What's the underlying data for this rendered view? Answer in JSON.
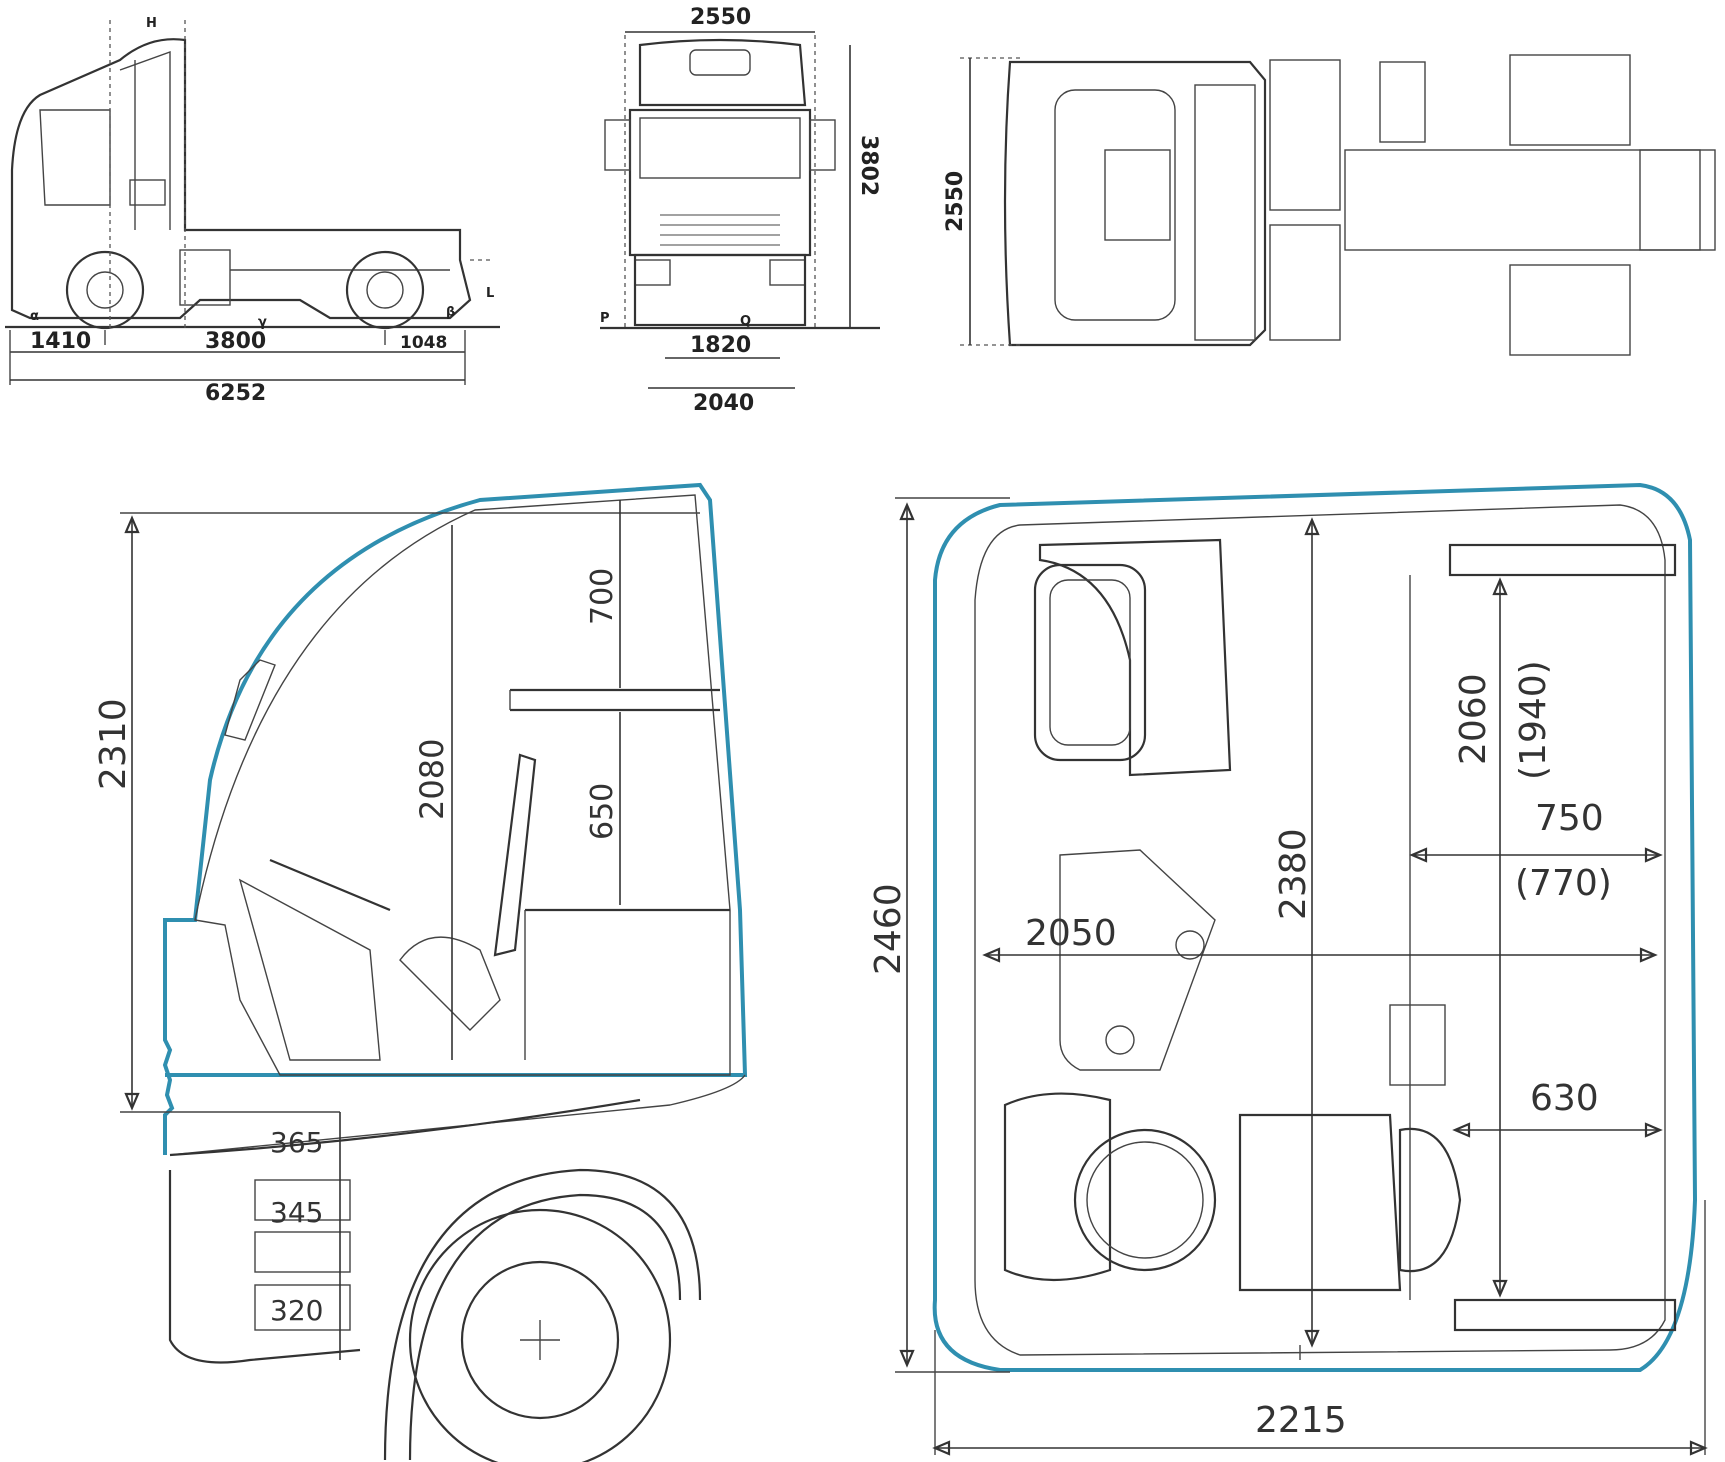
{
  "side_view": {
    "dims": {
      "front_overhang": "1410",
      "wheelbase": "3800",
      "rear_overhang": "1048",
      "overall_length": "6252"
    },
    "labels": {
      "h": "H",
      "l": "L",
      "alpha": "α",
      "gamma": "γ",
      "beta": "β"
    }
  },
  "front_view": {
    "dims": {
      "width": "2550",
      "height": "3802",
      "front_track": "1820",
      "width_wheels": "2040"
    },
    "labels": {
      "p": "P",
      "q": "Q"
    }
  },
  "top_view": {
    "dims": {
      "width": "2550"
    }
  },
  "cab_side": {
    "dims": {
      "cab_height": "2310",
      "interior_height": "2080",
      "upper_bunk_clearance": "700",
      "bunk_clearance": "650",
      "step1": "365",
      "step2": "345",
      "step3": "320"
    }
  },
  "cab_top": {
    "dims": {
      "cab_width_outer": "2460",
      "interior_length": "2380",
      "interior_width": "2050",
      "cab_width": "2215",
      "bunk_length": "2060",
      "bunk_length_alt": "(1940)",
      "bunk_width": "750",
      "bunk_width_alt": "(770)",
      "lower_width": "630"
    }
  },
  "colors": {
    "outline": "#333333",
    "cab_highlight": "#2f8fb0",
    "background": "#ffffff"
  }
}
